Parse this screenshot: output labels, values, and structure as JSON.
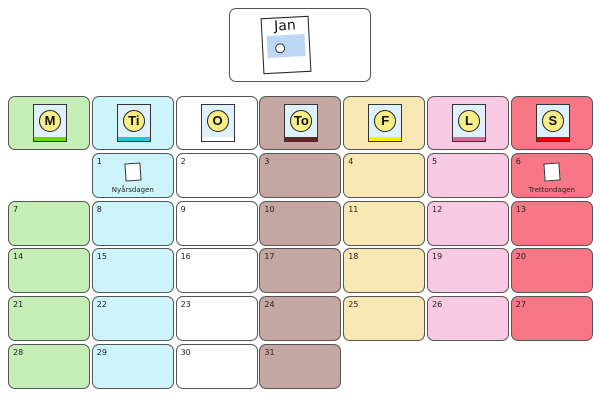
{
  "month": {
    "label": "Jan",
    "icon": "calendar-snowman-icon"
  },
  "weekdays": [
    {
      "letter": "M",
      "bg": "#c6efb8",
      "bar": "#66dd00"
    },
    {
      "letter": "Ti",
      "bg": "#ccf4fa",
      "bar": "#22c8d8"
    },
    {
      "letter": "O",
      "bg": "#ffffff",
      "bar": "#ffffff"
    },
    {
      "letter": "To",
      "bg": "#c4a7a0",
      "bar": "#6a2222"
    },
    {
      "letter": "F",
      "bg": "#f8e9b4",
      "bar": "#ffee00"
    },
    {
      "letter": "L",
      "bg": "#f8c9e2",
      "bar": "#dd6699"
    },
    {
      "letter": "S",
      "bg": "#f87787",
      "bar": "#ee0000"
    }
  ],
  "first_weekday": 1,
  "days_in_month": 31,
  "events": {
    "1": {
      "label": "Nyårsdagen",
      "icon": "new-year-calendar-icon"
    },
    "6": {
      "label": "Trettondagen",
      "icon": "three-kings-icon"
    }
  }
}
